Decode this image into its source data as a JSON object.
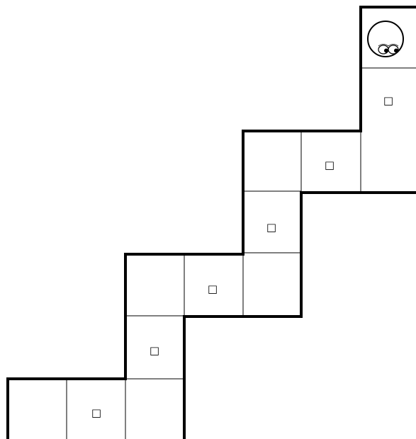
{
  "puzzle": {
    "type": "staircase-path",
    "player": {
      "icon": "googly-eyes-ball-icon",
      "cell": "top-right-end"
    },
    "cells": [
      {
        "id": "c1",
        "marker": false,
        "role": "start"
      },
      {
        "id": "c2",
        "marker": true,
        "symbol": "□"
      },
      {
        "id": "c3",
        "marker": false
      },
      {
        "id": "c4",
        "marker": true,
        "symbol": "□"
      },
      {
        "id": "c5",
        "marker": false
      },
      {
        "id": "c6",
        "marker": true,
        "symbol": "□"
      },
      {
        "id": "c7",
        "marker": false
      },
      {
        "id": "c8",
        "marker": true,
        "symbol": "□"
      },
      {
        "id": "c9",
        "marker": false
      },
      {
        "id": "c10",
        "marker": true,
        "symbol": "□"
      },
      {
        "id": "c11",
        "marker": false
      },
      {
        "id": "c12",
        "marker": true,
        "symbol": "□"
      },
      {
        "id": "c13",
        "marker": false
      }
    ],
    "colors": {
      "background": "#ffffff",
      "wall": "#000000",
      "grid": "#000000"
    }
  }
}
